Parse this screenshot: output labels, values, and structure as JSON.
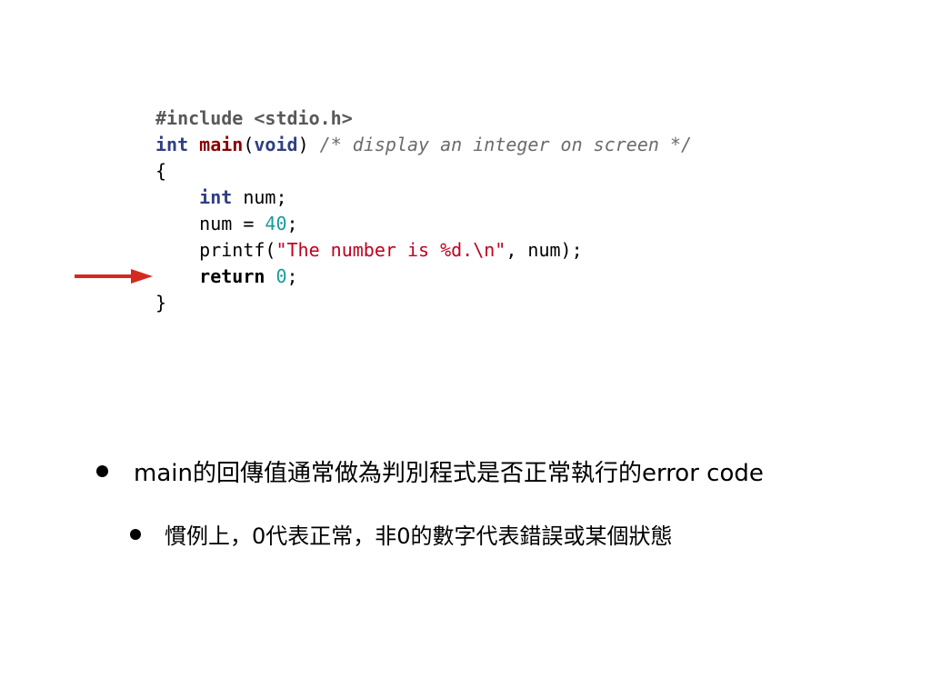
{
  "code": {
    "line1": "#include <stdio.h>",
    "line2": {
      "kw_int": "int",
      "fn_main": "main",
      "open_paren": "(",
      "kw_void": "void",
      "close_paren": ")",
      "space": " ",
      "comment": "/* display an integer on screen */"
    },
    "line3": "{",
    "line4": {
      "indent": "    ",
      "kw_int": "int",
      "rest": " num;"
    },
    "line5": {
      "indent": "    ",
      "pre": "num = ",
      "num": "40",
      "post": ";"
    },
    "line6": {
      "indent": "    ",
      "pre": "printf(",
      "str": "\"The number is %d.\\n\"",
      "post": ", num);"
    },
    "line7": {
      "indent": "    ",
      "kw_return": "return",
      "space": " ",
      "num": "0",
      "post": ";"
    },
    "line8": "}"
  },
  "arrow": {
    "color": "#d42a1e",
    "icon": "right-arrow-icon"
  },
  "bullets": [
    {
      "text": "main的回傳值通常做為判別程式是否正常執行的error code"
    },
    {
      "text": "慣例上，0代表正常，非0的數字代表錯誤或某個狀態"
    }
  ]
}
